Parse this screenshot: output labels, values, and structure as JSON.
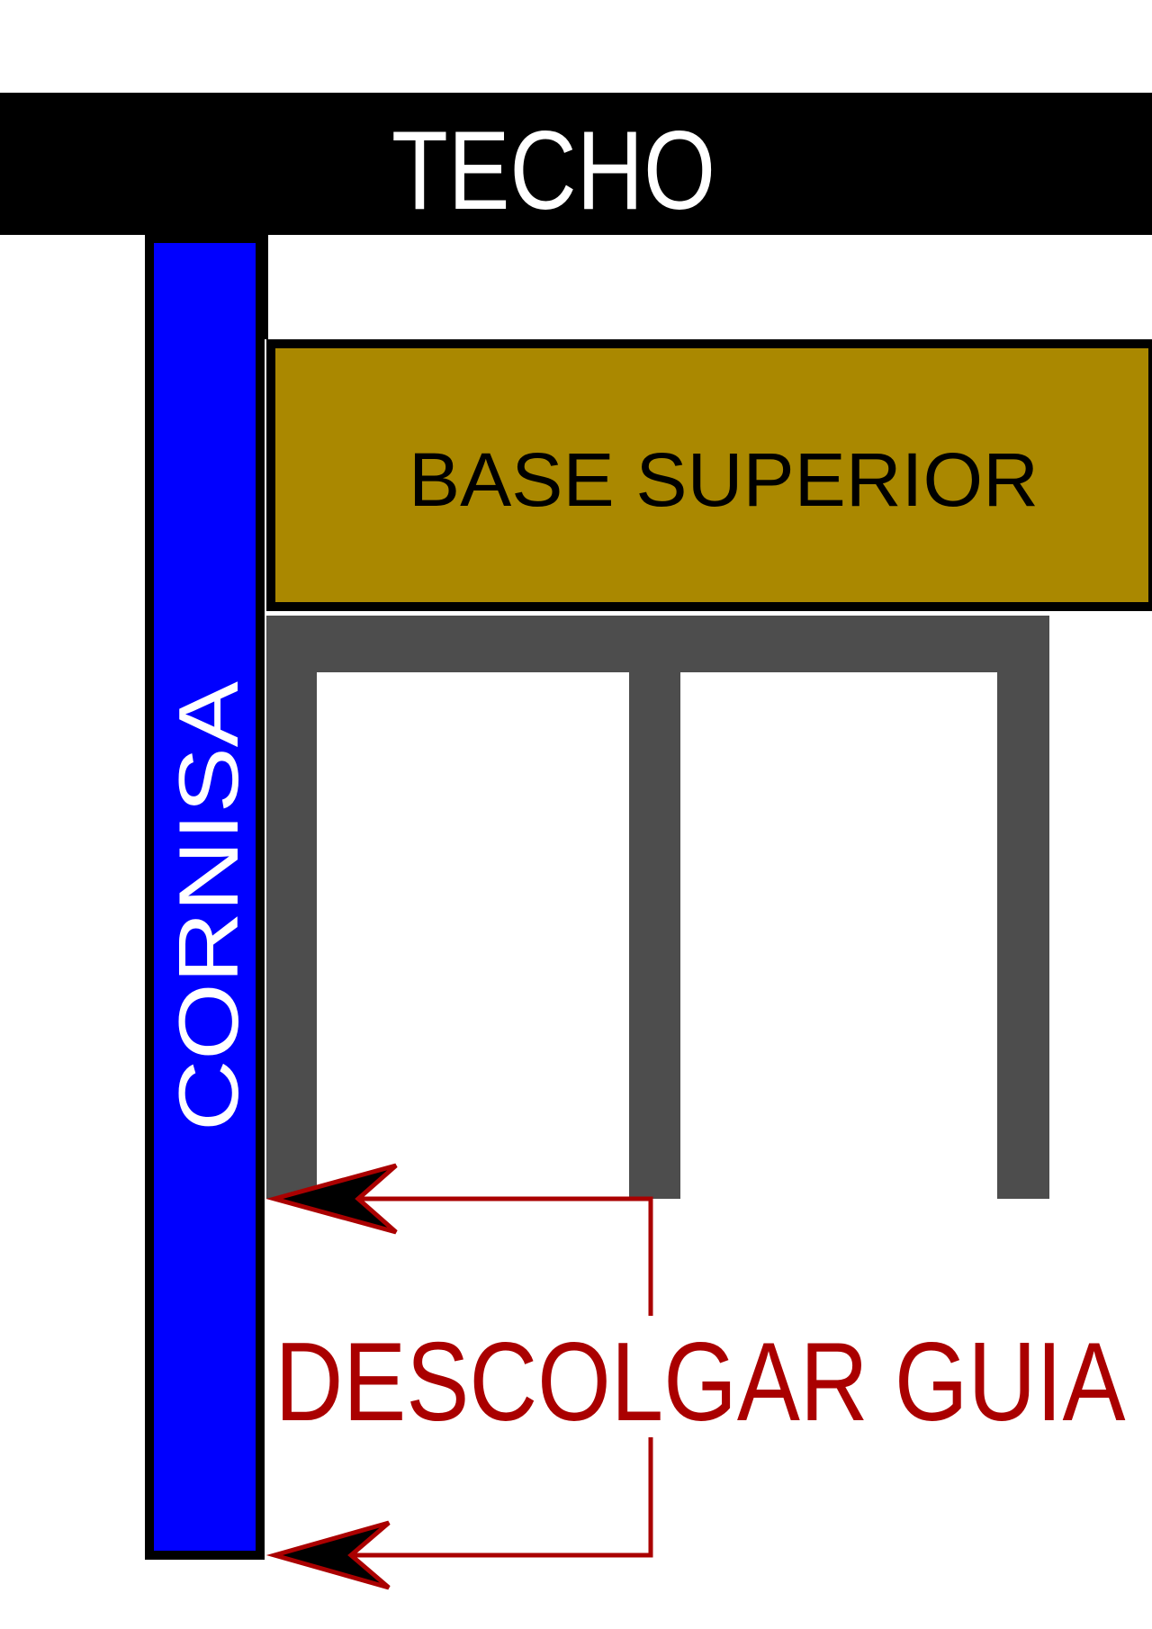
{
  "labels": {
    "ceiling": "TECHO",
    "top_base": "BASE SUPERIOR",
    "cornice": "CORNISA",
    "instruction": "DESCOLGAR GUIA"
  },
  "colors": {
    "ceiling": "#000000",
    "ceiling_text": "#ffffff",
    "cornice": "#0000ff",
    "cornice_text": "#ffffff",
    "top_base": "#aa8800",
    "top_base_text": "#000000",
    "frame": "#4d4d4d",
    "annotation": "#aa0000",
    "arrow_fill": "#000000",
    "outline": "#000000"
  }
}
